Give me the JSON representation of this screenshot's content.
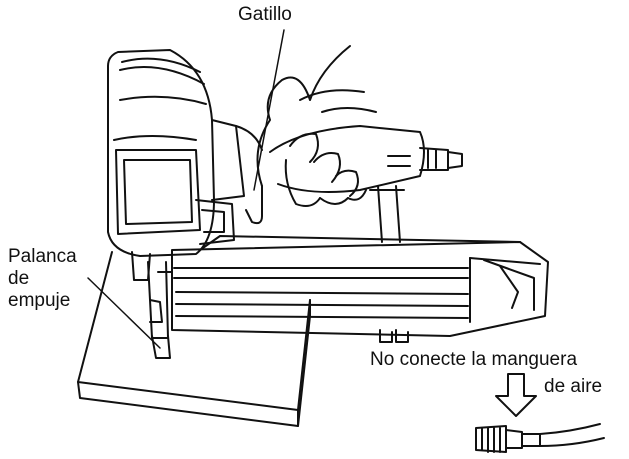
{
  "labels": {
    "trigger": "Gatillo",
    "push_lever": [
      "Palanca",
      "de",
      "empuje"
    ],
    "warning": [
      "No conecte la manguera",
      "de aire"
    ]
  },
  "colors": {
    "line": "#111111",
    "background": "#ffffff"
  }
}
